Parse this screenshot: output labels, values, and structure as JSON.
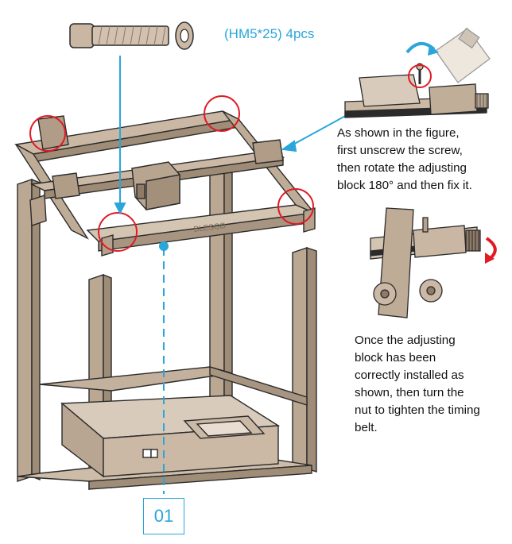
{
  "hardware_spec": {
    "part": "(HM5*25)",
    "quantity": "4pcs"
  },
  "note_adjust": {
    "lines": [
      "As shown in the figure,",
      "first unscrew the screw,",
      "then rotate the adjusting",
      "block 180° and then fix it."
    ]
  },
  "note_tighten": {
    "lines": [
      "Once the adjusting",
      "block has been",
      "correctly installed as",
      "shown, then turn the",
      "nut to tighten the timing",
      "belt."
    ]
  },
  "frame_brand": "BLESCO",
  "step_number": "01",
  "colors": {
    "accent": "#2aa6da",
    "highlight": "#e01b24",
    "frame": "#c8b8a6",
    "frame_dark": "#8d7a67",
    "outline": "#2b2b2b"
  }
}
